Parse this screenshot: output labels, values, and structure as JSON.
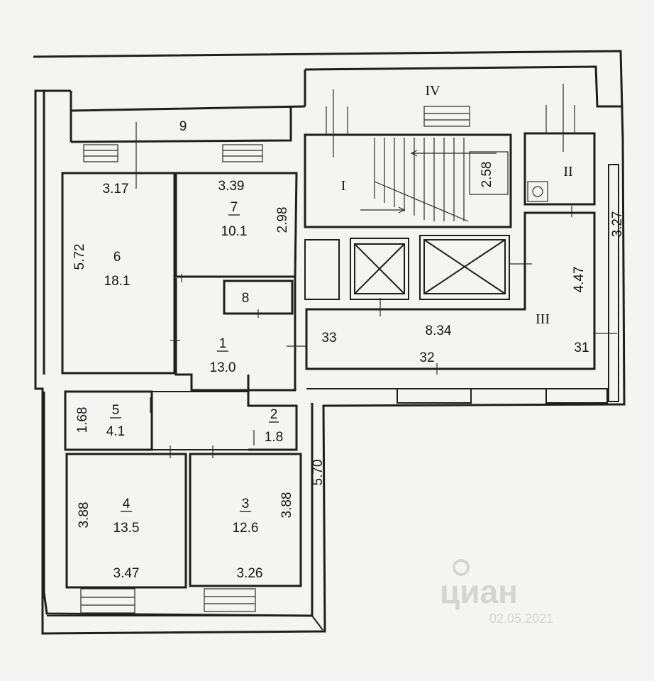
{
  "rooms": {
    "r1": {
      "number": "1",
      "area": "13.0"
    },
    "r2": {
      "number": "2",
      "area": "1.8"
    },
    "r3": {
      "number": "3",
      "area": "12.6"
    },
    "r4": {
      "number": "4",
      "area": "13.5"
    },
    "r5": {
      "number": "5",
      "area": "4.1"
    },
    "r6": {
      "number": "6",
      "area": "18.1"
    },
    "r7": {
      "number": "7",
      "area": "10.1"
    },
    "r8": {
      "number": "8"
    },
    "r9": {
      "number": "9"
    }
  },
  "common": {
    "I": "I",
    "II": "II",
    "III": "III",
    "IV": "IV",
    "n31": "31",
    "n32": "32",
    "n33": "33"
  },
  "dims": {
    "d317": "3.17",
    "d339": "3.39",
    "d298": "2.98",
    "d572": "5.72",
    "d168": "1.68",
    "d388a": "3.88",
    "d388b": "3.88",
    "d347": "3.47",
    "d326": "3.26",
    "d570": "5.70",
    "d258": "2.58",
    "d834": "8.34",
    "d447": "4.47",
    "d327": "3.27"
  },
  "watermark": {
    "brand": "циан",
    "code": "02.05.2021"
  }
}
